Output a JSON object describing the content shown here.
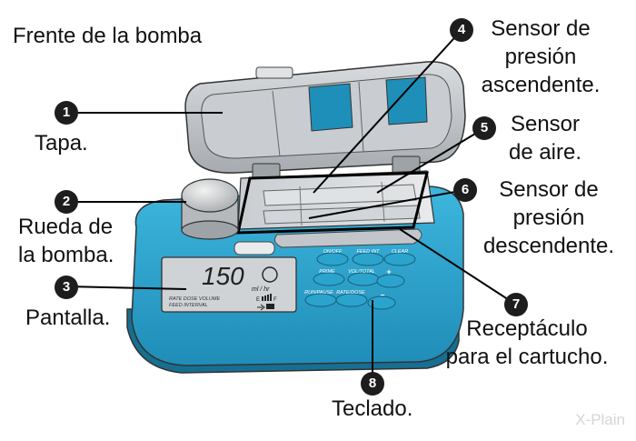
{
  "title": "Frente de la bomba",
  "callouts": [
    {
      "number": "1",
      "label": "Tapa."
    },
    {
      "number": "2",
      "label": "Rueda de\nla bomba."
    },
    {
      "number": "3",
      "label": "Pantalla."
    },
    {
      "number": "4",
      "label": "Sensor de\npresión\nascendente."
    },
    {
      "number": "5",
      "label": "Sensor\nde aire."
    },
    {
      "number": "6",
      "label": "Sensor de\npresión\ndescendente."
    },
    {
      "number": "7",
      "label": "Receptáculo\npara el cartucho."
    },
    {
      "number": "8",
      "label": "Teclado."
    }
  ],
  "display": {
    "digits": "150",
    "units": "ml / hr",
    "line1": "RATE DOSE VOLUME",
    "line2": "FEED INTERVAL",
    "icon_label": "E",
    "icon_label_f": "F"
  },
  "keypad": {
    "row1": [
      "ON/OFF",
      "FEED INT",
      "CLEAR"
    ],
    "row2": [
      "PRIME",
      "VOL/TOTAL",
      "+"
    ],
    "row3": [
      "RUN/PAUSE",
      "RATE/DOSE",
      "–"
    ]
  },
  "watermark": "X-Plain",
  "colors": {
    "body": "#2aa3cd",
    "body_dark": "#1a7da3",
    "lid": "#b8bcc0",
    "window": "#1e8fb8",
    "key": "#2ba4cd",
    "text": "#111111"
  }
}
